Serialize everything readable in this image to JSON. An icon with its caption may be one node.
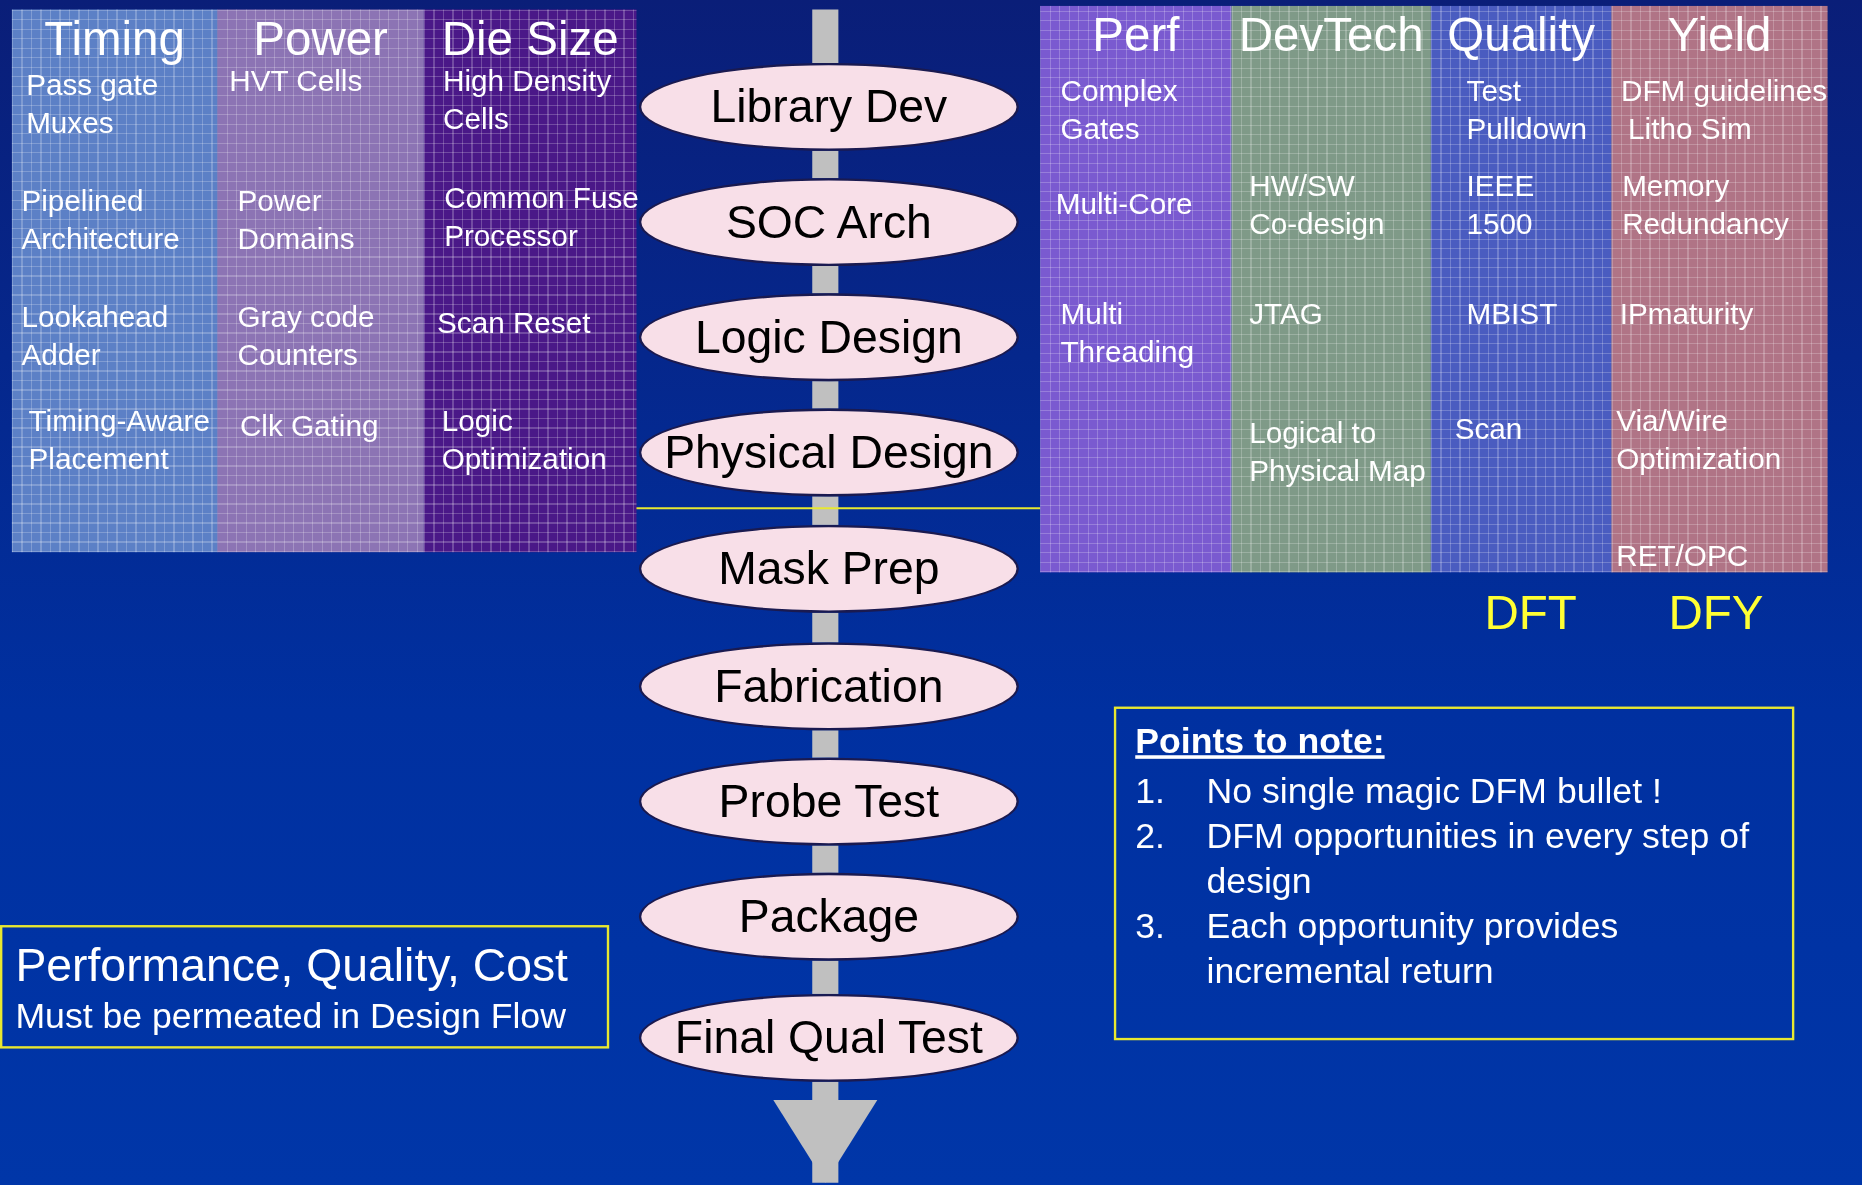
{
  "diagram": {
    "nodes": [
      {
        "text": [
          "Timing",
          "Pass gate Muxes",
          "Pipelined Architecture",
          "Lookahead Adder",
          "Timing-Aware Placement"
        ]
      },
      {
        "text": [
          "Power",
          "HVT Cells",
          "Power Domains",
          "Gray code Counters",
          "Clk Gating"
        ]
      },
      {
        "text": [
          "Die Size",
          "High Density Cells",
          "Common Fuse Processor",
          "Scan Reset",
          "Logic Optimization"
        ]
      },
      {
        "text": [
          "Perf",
          "Complex Gates",
          "Multi-Core",
          "Multi Threading"
        ]
      },
      {
        "text": [
          "DevTech",
          "HW/SW Co-design",
          "JTAG",
          "Logical to Physical Map"
        ]
      },
      {
        "text": [
          "Quality",
          "Test Pulldown",
          "IEEE 1500",
          "MBIST",
          "Scan"
        ]
      },
      {
        "text": [
          "Yield",
          "DFM guidelines",
          "Litho Sim",
          "Memory Redundancy",
          "IPmaturity",
          "Via/Wire Optimization",
          "RET/OPC"
        ]
      },
      {
        "text": [
          "Library Dev"
        ]
      },
      {
        "text": [
          "SOC Arch"
        ]
      },
      {
        "text": [
          "Logic Design"
        ]
      },
      {
        "text": [
          "Physical Design"
        ]
      },
      {
        "text": [
          "Mask Prep"
        ]
      },
      {
        "text": [
          "Fabrication"
        ]
      },
      {
        "text": [
          "Probe Test"
        ]
      },
      {
        "text": [
          "Package"
        ]
      },
      {
        "text": [
          "Final Qual Test"
        ]
      },
      {
        "text": [
          "Points to note:",
          "1.",
          "No single magic DFM bullet !",
          "2.",
          "DFM opportunities in every step of design",
          "3.",
          "Each opportunity provides incremental return"
        ]
      },
      {
        "text": [
          "Performance, Quality, Cost",
          "Must be permeated in Design Flow"
        ]
      }
    ],
    "edges": [
      {
        "from": null,
        "to": 7,
        "arrow": "none"
      },
      {
        "from": 7,
        "to": 8,
        "arrow": "none"
      },
      {
        "from": 8,
        "to": 9,
        "arrow": "none"
      },
      {
        "from": 9,
        "to": 10,
        "arrow": "none"
      },
      {
        "from": 10,
        "to": 11,
        "arrow": "none"
      },
      {
        "from": 11,
        "to": 12,
        "arrow": "none"
      },
      {
        "from": 12,
        "to": 13,
        "arrow": "none"
      },
      {
        "from": 13,
        "to": 14,
        "arrow": "none"
      },
      {
        "from": 14,
        "to": 15,
        "arrow": "none"
      },
      {
        "from": 15,
        "to": null,
        "arrow": "to"
      }
    ],
    "labels": [
      "DFT",
      "DFY"
    ]
  }
}
